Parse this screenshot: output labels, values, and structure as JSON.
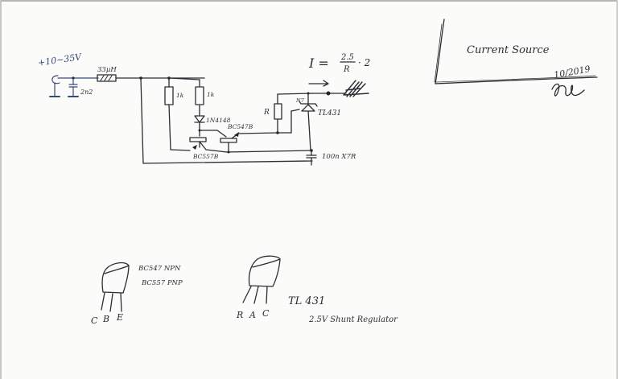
{
  "page": {
    "title": "Current Source",
    "date": "10/2019",
    "signature": "signature"
  },
  "schematic": {
    "supply_label": "+10~35V",
    "input_cap": "2n2",
    "inductor": "33µH",
    "r1": "1k",
    "r2": "1k",
    "diode": "1N4148",
    "q_npn": "BC547B",
    "q_pnp": "BC557B",
    "r_sense": "R",
    "regulator": "TL431",
    "output_cap": "100n X7R",
    "formula_lhs": "I =",
    "formula_num": "2.5",
    "formula_den": "R",
    "formula_mult": "· 2"
  },
  "pinouts": {
    "transistor": {
      "pins": [
        "C",
        "B",
        "E"
      ],
      "line1": "BC547  NPN",
      "line2": "BC557  PNP"
    },
    "regulator": {
      "pins": [
        "R",
        "A",
        "C"
      ],
      "name": "TL 431",
      "desc": "2.5V Shunt Regulator"
    }
  },
  "colors": {
    "paper": "#fbfbfa",
    "ink": "#2a2d33",
    "blue_ink": "#3a4a7a"
  }
}
